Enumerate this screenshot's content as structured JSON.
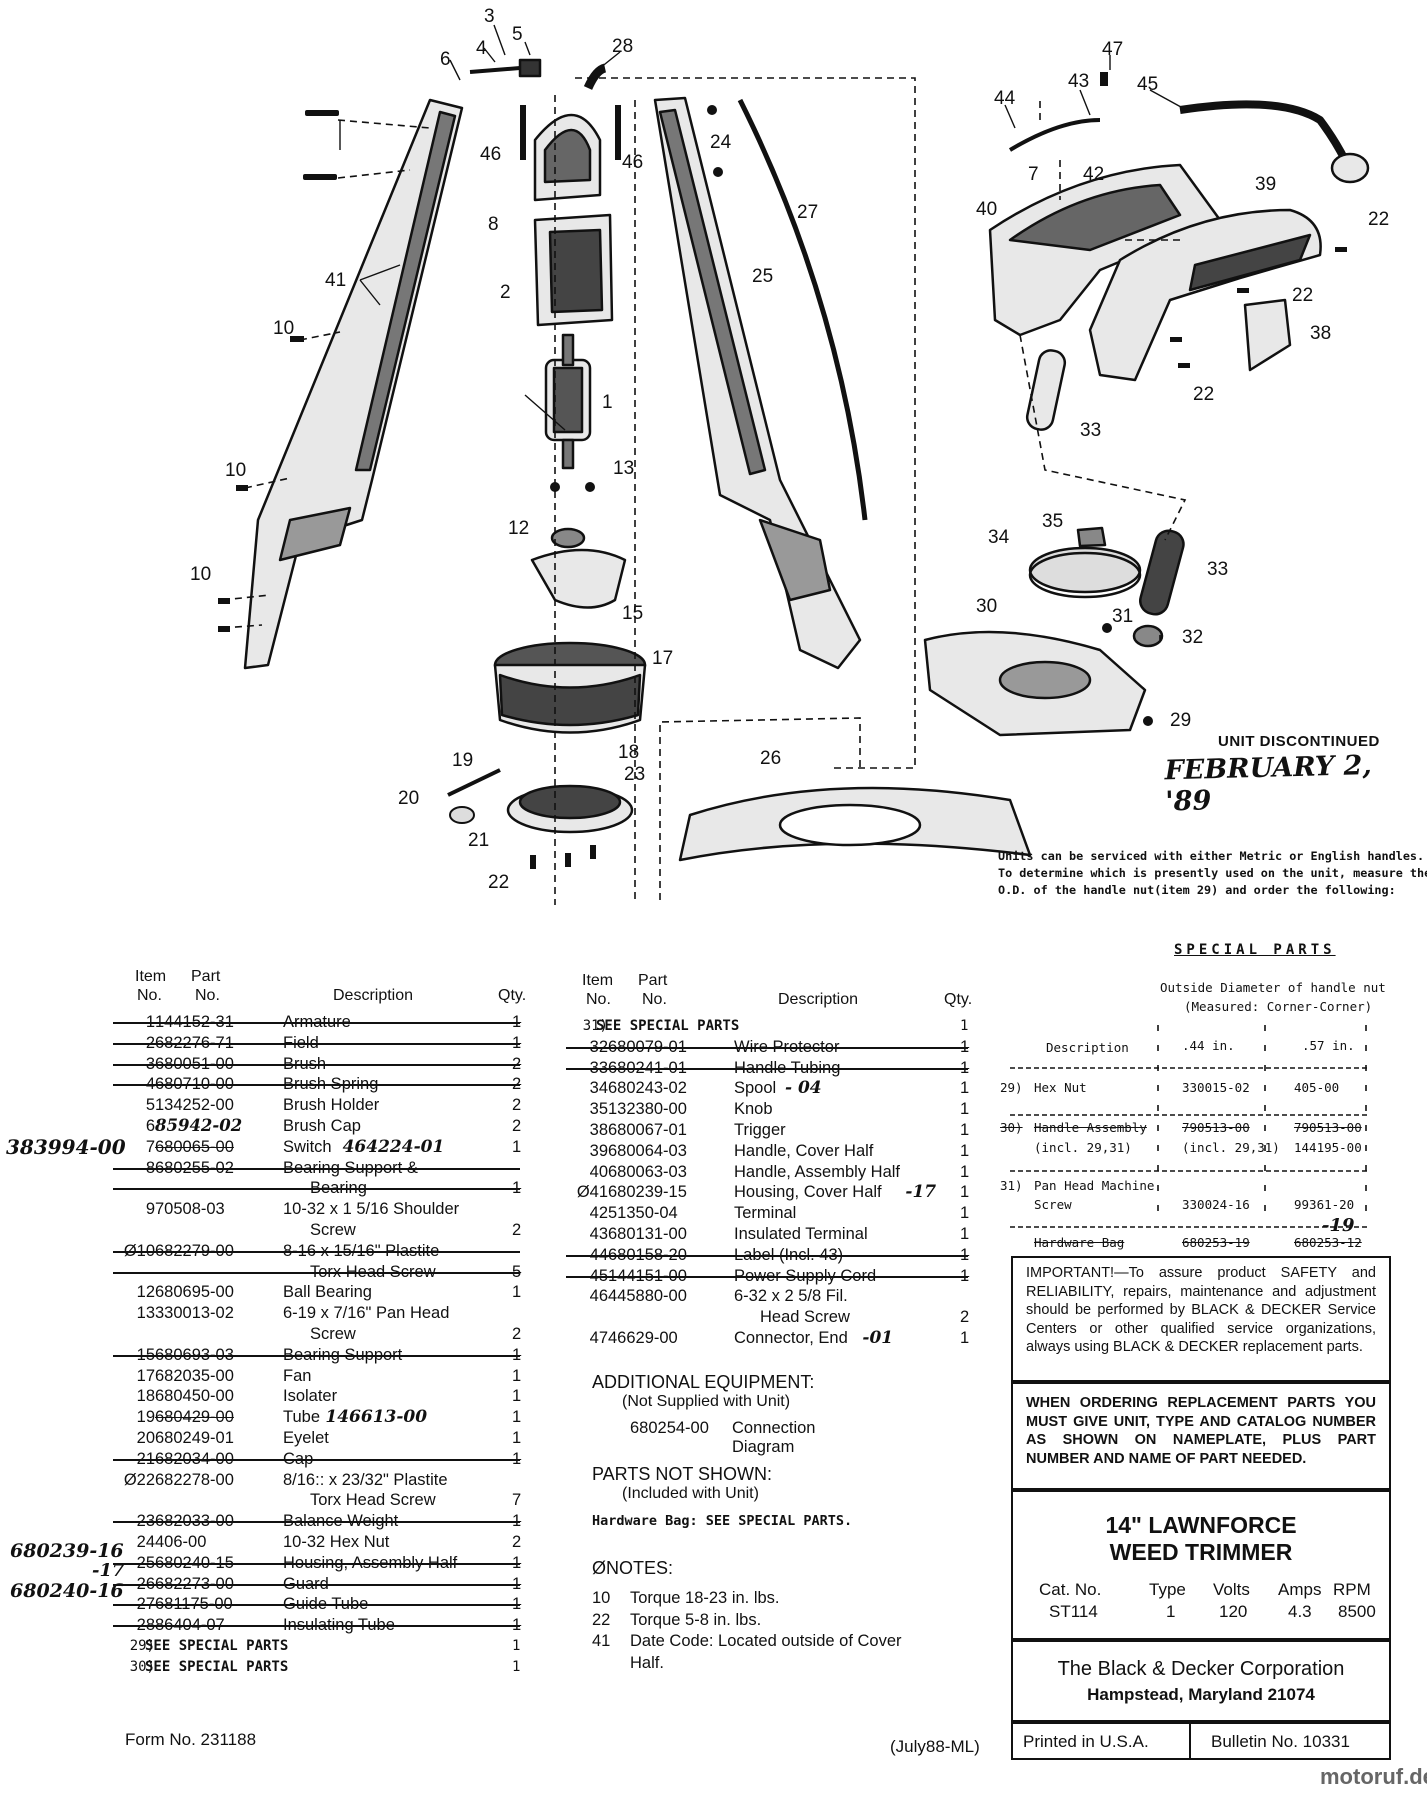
{
  "diagram": {
    "callouts": [
      "3",
      "4",
      "5",
      "6",
      "28",
      "47",
      "43",
      "44",
      "45",
      "7",
      "42",
      "46",
      "46",
      "24",
      "8",
      "27",
      "25",
      "40",
      "39",
      "22",
      "41",
      "2",
      "22",
      "38",
      "10",
      "1",
      "22",
      "13",
      "33",
      "10",
      "12",
      "35",
      "34",
      "33",
      "15",
      "10",
      "30",
      "31",
      "32",
      "17",
      "29",
      "19",
      "18",
      "23",
      "26",
      "20",
      "21",
      "22"
    ],
    "unit_discontinued": "UNIT DISCONTINUED",
    "discontinued_date": "FEBRUARY 2, '89",
    "service_note": [
      "Units can be serviced with either Metric or English handles.",
      "To determine which is presently used on the unit, measure the",
      "O.D. of the handle nut(item 29) and order the following:"
    ]
  },
  "left_table": {
    "headers": {
      "item1": "Item",
      "item2": "No.",
      "part1": "Part",
      "part2": "No.",
      "desc": "Description",
      "qty": "Qty."
    },
    "rows": [
      {
        "item": "1",
        "part": "144152-31",
        "desc": "Armature",
        "qty": "1",
        "strike": true
      },
      {
        "item": "2",
        "part": "682276-71",
        "desc": "Field",
        "qty": "1",
        "strike": true
      },
      {
        "item": "3",
        "part": "680051-00",
        "desc": "Brush",
        "qty": "2",
        "strike": true
      },
      {
        "item": "4",
        "part": "680710-00",
        "desc": "Brush Spring",
        "qty": "2",
        "strike": true
      },
      {
        "item": "5",
        "part": "134252-00",
        "desc": "Brush Holder",
        "qty": "2"
      },
      {
        "item": "6",
        "part": "85942-02",
        "desc": "Brush Cap",
        "qty": "2",
        "hand_part": true
      },
      {
        "item": "7",
        "part": "680065-00",
        "desc": "Switch",
        "qty": "1",
        "strike_part": true,
        "hand_note": "464224-01",
        "margin": "383994-00"
      },
      {
        "item": "8",
        "part": "680255-02",
        "desc": "Bearing Support &",
        "qty": "",
        "strike": true
      },
      {
        "item": "",
        "part": "",
        "desc": "Bearing",
        "qty": "1",
        "strike": true,
        "indent": true
      },
      {
        "item": "9",
        "part": "70508-03",
        "desc": "10-32 x 1 5/16 Shoulder",
        "qty": ""
      },
      {
        "item": "",
        "part": "",
        "desc": "Screw",
        "qty": "2",
        "indent": true
      },
      {
        "item": "Ø10",
        "part": "682279-00",
        "desc": "8-16 x 15/16\" Plastite",
        "qty": "",
        "strike": true
      },
      {
        "item": "",
        "part": "",
        "desc": "Torx Head Screw",
        "qty": "5",
        "strike": true,
        "indent": true
      },
      {
        "item": "12",
        "part": "680695-00",
        "desc": "Ball Bearing",
        "qty": "1"
      },
      {
        "item": "13",
        "part": "330013-02",
        "desc": "6-19 x 7/16\" Pan Head",
        "qty": ""
      },
      {
        "item": "",
        "part": "",
        "desc": "Screw",
        "qty": "2",
        "indent": true
      },
      {
        "item": "15",
        "part": "680693-03",
        "desc": "Bearing Support",
        "qty": "1",
        "strike": true
      },
      {
        "item": "17",
        "part": "682035-00",
        "desc": "Fan",
        "qty": "1"
      },
      {
        "item": "18",
        "part": "680450-00",
        "desc": "Isolater",
        "qty": "1"
      },
      {
        "item": "19",
        "part": "680429-00",
        "desc": "Tube",
        "qty": "1",
        "strike_part": true,
        "hand_note": "146613-00"
      },
      {
        "item": "20",
        "part": "680249-01",
        "desc": "Eyelet",
        "qty": "1"
      },
      {
        "item": "21",
        "part": "682034-00",
        "desc": "Cap",
        "qty": "1",
        "strike": true
      },
      {
        "item": "Ø22",
        "part": "682278-00",
        "desc": "8/16:: x 23/32\" Plastite",
        "qty": ""
      },
      {
        "item": "",
        "part": "",
        "desc": "Torx Head Screw",
        "qty": "7",
        "indent": true
      },
      {
        "item": "23",
        "part": "682033-00",
        "desc": "Balance Weight",
        "qty": "1",
        "strike": true
      },
      {
        "item": "24",
        "part": "406-00",
        "desc": "10-32 Hex Nut",
        "qty": "2",
        "margin": "680239-16"
      },
      {
        "item": "25",
        "part": "680240-15",
        "desc": "Housing, Assembly Half",
        "qty": "1",
        "strike": true,
        "margin": "-17"
      },
      {
        "item": "26",
        "part": "682273-00",
        "desc": "Guard",
        "qty": "1",
        "strike": true,
        "margin": "680240-16"
      },
      {
        "item": "27",
        "part": "681175-00",
        "desc": "Guide Tube",
        "qty": "1",
        "strike": true
      },
      {
        "item": "28",
        "part": "86404-07",
        "desc": "Insulating Tube",
        "qty": "1",
        "strike": true
      },
      {
        "item": "29)",
        "part": "",
        "desc": "SEE SPECIAL PARTS",
        "qty": "1",
        "mono": true
      },
      {
        "item": "30)",
        "part": "",
        "desc": "SEE SPECIAL PARTS",
        "qty": "1",
        "mono": true
      }
    ]
  },
  "right_table": {
    "headers": {
      "item1": "Item",
      "item2": "No.",
      "part1": "Part",
      "part2": "No.",
      "desc": "Description",
      "qty": "Qty."
    },
    "rows": [
      {
        "item": "31)",
        "part": "",
        "desc": "SEE SPECIAL PARTS",
        "qty": "1",
        "mono": true
      },
      {
        "item": "32",
        "part": "680079-01",
        "desc": "Wire Protector",
        "qty": "1",
        "strike": true
      },
      {
        "item": "33",
        "part": "680241-01",
        "desc": "Handle Tubing",
        "qty": "1",
        "strike": true
      },
      {
        "item": "34",
        "part": "680243-02",
        "desc": "Spool",
        "qty": "1",
        "hand_note": "- 04"
      },
      {
        "item": "35",
        "part": "132380-00",
        "desc": "Knob",
        "qty": "1"
      },
      {
        "item": "38",
        "part": "680067-01",
        "desc": "Trigger",
        "qty": "1"
      },
      {
        "item": "39",
        "part": "680064-03",
        "desc": "Handle, Cover Half",
        "qty": "1"
      },
      {
        "item": "40",
        "part": "680063-03",
        "desc": "Handle, Assembly Half",
        "qty": "1"
      },
      {
        "item": "Ø41",
        "part": "680239-15",
        "desc": "Housing, Cover Half",
        "qty": "1",
        "hand_note": "-17"
      },
      {
        "item": "42",
        "part": "51350-04",
        "desc": "Terminal",
        "qty": "1"
      },
      {
        "item": "43",
        "part": "680131-00",
        "desc": "Insulated Terminal",
        "qty": "1"
      },
      {
        "item": "44",
        "part": "680158-20",
        "desc": "Label (Incl. 43)",
        "qty": "1",
        "strike": true
      },
      {
        "item": "45",
        "part": "144151-00",
        "desc": "Power Supply Cord",
        "qty": "1",
        "strike": true
      },
      {
        "item": "46",
        "part": "445880-00",
        "desc": "6-32 x 2 5/8 Fil.",
        "qty": ""
      },
      {
        "item": "",
        "part": "",
        "desc": "Head Screw",
        "qty": "2",
        "indent": true
      },
      {
        "item": "47",
        "part": "46629-00",
        "desc": "Connector, End",
        "qty": "1",
        "hand_note": "-01"
      }
    ]
  },
  "additional": {
    "title": "ADDITIONAL EQUIPMENT:",
    "subtitle": "(Not Supplied with Unit)",
    "part": "680254-00",
    "desc": "Connection Diagram"
  },
  "not_shown": {
    "title": "PARTS NOT SHOWN:",
    "subtitle": "(Included with Unit)",
    "hardware": "Hardware Bag: SEE SPECIAL PARTS."
  },
  "notes": {
    "title": "ØNOTES:",
    "items": [
      {
        "no": "10",
        "text": "Torque 18-23 in. lbs."
      },
      {
        "no": "22",
        "text": "Torque 5-8 in. lbs."
      },
      {
        "no": "41",
        "text": "Date Code: Located outside of Cover"
      },
      {
        "no": "",
        "text": "Half."
      }
    ]
  },
  "special_parts": {
    "title": "SPECIAL PARTS",
    "subtitle1": "Outside Diameter of handle nut",
    "subtitle2": "(Measured: Corner-Corner)",
    "col_desc": "Description",
    "col_a": ".44 in.",
    "col_b": ".57 in.",
    "rows": [
      {
        "item": "29)",
        "desc": "Hex Nut",
        "a": "330015-02",
        "b": "405-00"
      },
      {
        "item": "30)",
        "desc": "Handle Assembly",
        "a": "790513-00",
        "b": "790513-00",
        "strike": true
      },
      {
        "item": "",
        "desc": "(incl. 29,31)",
        "a": "(incl. 29,31)",
        "b": "144195-00"
      },
      {
        "item": "31)",
        "desc": "Pan Head Machine",
        "a": "",
        "b": ""
      },
      {
        "item": "",
        "desc": "Screw",
        "a": "330024-16",
        "b": "99361-20"
      },
      {
        "item": "",
        "desc": "Hardware Bag",
        "a": "680253-19",
        "b": "680253-12",
        "strike": true,
        "hand_note": "-19"
      }
    ]
  },
  "important": "IMPORTANT!—To assure product SAFETY and RELIABILITY, repairs, maintenance and adjustment should be performed by BLACK & DECKER Service Centers or other qualified service organizations, always using BLACK & DECKER replacement parts.",
  "ordering": "WHEN ORDERING REPLACEMENT PARTS YOU MUST GIVE UNIT, TYPE AND CATALOG NUMBER AS SHOWN ON NAMEPLATE, PLUS PART NUMBER AND NAME OF PART NEEDED.",
  "product": {
    "title1": "14\" LAWNFORCE",
    "title2": "WEED TRIMMER",
    "headers": [
      "Cat. No.",
      "Type",
      "Volts",
      "Amps",
      "RPM"
    ],
    "values": [
      "ST114",
      "1",
      "120",
      "4.3",
      "8500"
    ]
  },
  "company": {
    "name": "The Black & Decker Corporation",
    "address": "Hampstead, Maryland 21074"
  },
  "footer": {
    "form": "Form No. 231188",
    "date": "(July88-ML)",
    "printed": "Printed in U.S.A.",
    "bulletin": "Bulletin No. 10331",
    "watermark": "motoruf.de"
  }
}
